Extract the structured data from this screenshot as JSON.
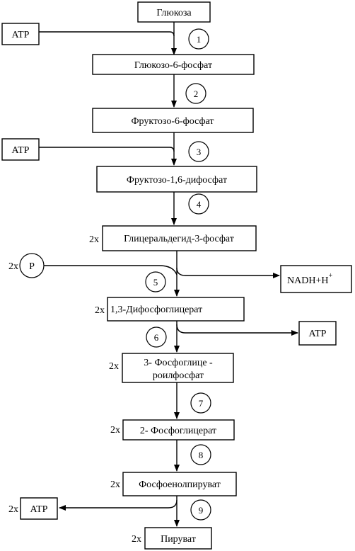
{
  "nodes": {
    "glucose": "Глюкоза",
    "g6p": "Глюкозо-6-фосфат",
    "f6p": "Фруктозо-6-фосфат",
    "f16bp": "Фруктозо-1,6-дифосфат",
    "gap": "Глицеральдегид-3-фосфат",
    "bpg": "1,3-Дифосфоглицерат",
    "pg3_line1": "3- Фосфоглице -",
    "pg3_line2": "роилфосфат",
    "pg2": "2- Фосфоглицерат",
    "pep": "Фосфоенолпируват",
    "pyruvate": "Пируват"
  },
  "side": {
    "atp_in_1": "ATP",
    "atp_in_2": "ATP",
    "phosphate": "P",
    "nadh": "NADH+H",
    "nadh_sup": "+",
    "atp_out_1": "ATP",
    "atp_out_2": "ATP"
  },
  "multipliers": {
    "gap": "2x",
    "phosphate": "2x",
    "bpg": "2x",
    "pg3": "2x",
    "pg2": "2x",
    "pep": "2x",
    "atp_out_2": "2x",
    "pyruvate": "2x"
  },
  "steps": [
    "1",
    "2",
    "3",
    "4",
    "5",
    "6",
    "7",
    "8",
    "9"
  ]
}
